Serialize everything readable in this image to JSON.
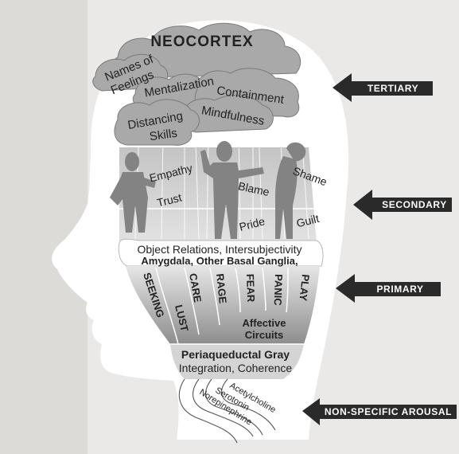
{
  "title": "NEOCORTEX",
  "clouds": [
    "Names of",
    "Feelings",
    "Mentalization",
    "Containment",
    "Mindfulness",
    "Distancing",
    "Skills"
  ],
  "middle_labels": {
    "empathy": "Empathy",
    "trust": "Trust",
    "blame": "Blame",
    "pride": "Pride",
    "shame": "Shame",
    "guilt": "Guilt"
  },
  "band": {
    "line1": "Object Relations, Intersubjectivity",
    "line2": "Amygdala, Other Basal Ganglia,"
  },
  "circuits": [
    "SEEKING",
    "LUST",
    "CARE",
    "RAGE",
    "FEAR",
    "PANIC",
    "PLAY"
  ],
  "affective": {
    "line1": "Affective",
    "line2": "Circuits"
  },
  "base": {
    "line1": "Periaqueductal Gray",
    "line2": "Integration, Coherence"
  },
  "neurotransmitters": [
    "Acetylcholine",
    "Serotonin",
    "Norepinephrine"
  ],
  "arrows": [
    "TERTIARY",
    "SECONDARY",
    "PRIMARY",
    "NON-SPECIFIC AROUSAL"
  ],
  "colors": {
    "background": "#eae9e7",
    "head": "#ffffff",
    "cloud": "#a9a9a9",
    "figure": "#838383",
    "gradient_dark": "#8d8d8d",
    "arrow": "#2a2a2a"
  }
}
